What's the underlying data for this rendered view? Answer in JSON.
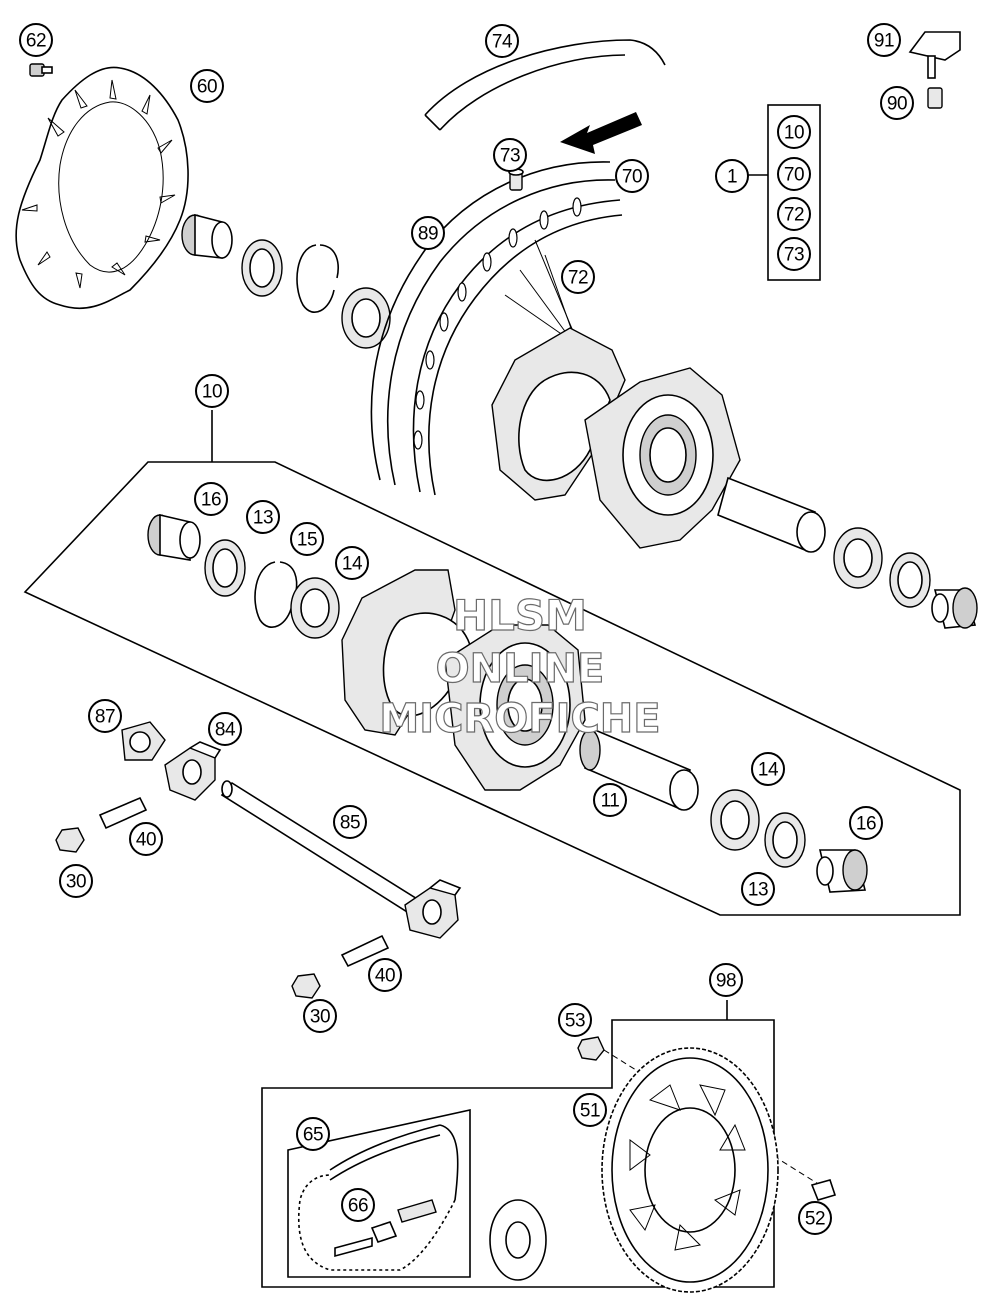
{
  "callouts": [
    {
      "id": "c62",
      "label": "62"
    },
    {
      "id": "c60",
      "label": "60"
    },
    {
      "id": "c74",
      "label": "74"
    },
    {
      "id": "c73a",
      "label": "73"
    },
    {
      "id": "c70a",
      "label": "70"
    },
    {
      "id": "c89",
      "label": "89"
    },
    {
      "id": "c72a",
      "label": "72"
    },
    {
      "id": "c91",
      "label": "91"
    },
    {
      "id": "c90",
      "label": "90"
    },
    {
      "id": "c1",
      "label": "1"
    },
    {
      "id": "c10a",
      "label": "10"
    },
    {
      "id": "c70b",
      "label": "70"
    },
    {
      "id": "c72b",
      "label": "72"
    },
    {
      "id": "c73b",
      "label": "73"
    },
    {
      "id": "c10",
      "label": "10"
    },
    {
      "id": "c16a",
      "label": "16"
    },
    {
      "id": "c13a",
      "label": "13"
    },
    {
      "id": "c15",
      "label": "15"
    },
    {
      "id": "c14a",
      "label": "14"
    },
    {
      "id": "c87",
      "label": "87"
    },
    {
      "id": "c84",
      "label": "84"
    },
    {
      "id": "c40a",
      "label": "40"
    },
    {
      "id": "c30a",
      "label": "30"
    },
    {
      "id": "c85",
      "label": "85"
    },
    {
      "id": "c11",
      "label": "11"
    },
    {
      "id": "c14b",
      "label": "14"
    },
    {
      "id": "c16b",
      "label": "16"
    },
    {
      "id": "c13b",
      "label": "13"
    },
    {
      "id": "c40b",
      "label": "40"
    },
    {
      "id": "c30b",
      "label": "30"
    },
    {
      "id": "c98",
      "label": "98"
    },
    {
      "id": "c53",
      "label": "53"
    },
    {
      "id": "c51",
      "label": "51"
    },
    {
      "id": "c65",
      "label": "65"
    },
    {
      "id": "c66",
      "label": "66"
    },
    {
      "id": "c52",
      "label": "52"
    }
  ],
  "watermark": {
    "line1": "HLSM",
    "line2": "ONLINE",
    "line3": "MICROFICHE"
  }
}
